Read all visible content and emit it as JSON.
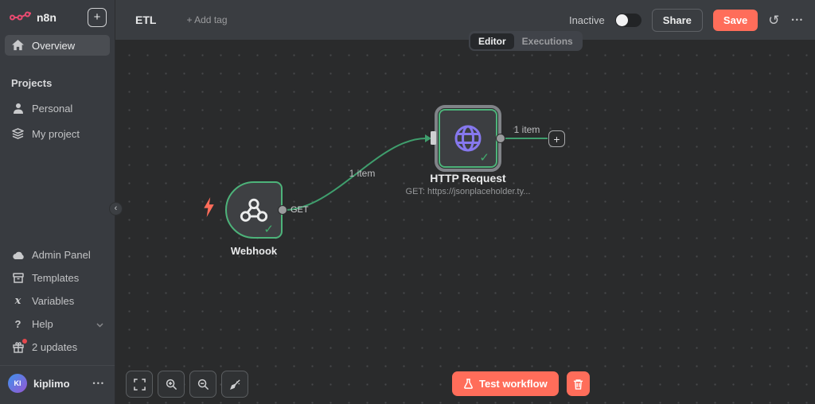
{
  "app": {
    "name": "n8n"
  },
  "sidebar": {
    "overview": {
      "label": "Overview"
    },
    "projects_header": "Projects",
    "projects": [
      {
        "label": "Personal"
      },
      {
        "label": "My project"
      }
    ],
    "bottom": [
      {
        "label": "Admin Panel"
      },
      {
        "label": "Templates"
      },
      {
        "label": "Variables"
      },
      {
        "label": "Help"
      },
      {
        "label": "2 updates"
      }
    ],
    "user": {
      "initials": "KI",
      "name": "kiplimo",
      "menu": "•••"
    }
  },
  "topbar": {
    "workflow_name": "ETL",
    "add_tag_label": "+ Add tag",
    "status_label": "Inactive",
    "share_label": "Share",
    "save_label": "Save",
    "history_icon": "↺",
    "menu": "•••",
    "new_workflow": "+"
  },
  "tabs": {
    "editor": "Editor",
    "executions": "Executions"
  },
  "canvas": {
    "webhook": {
      "title": "Webhook",
      "port_label": "GET",
      "check": "✓"
    },
    "http": {
      "title": "HTTP Request",
      "subtitle": "GET: https://jsonplaceholder.ty...",
      "check": "✓"
    },
    "connection1": {
      "label": "1 item"
    },
    "connection2": {
      "label": "1 item"
    },
    "add_node": "+",
    "collapse": "‹"
  },
  "controls": {
    "test_label": "Test workflow"
  },
  "colors": {
    "accent": "#ff6d5a",
    "brand_pink": "#ea4b71",
    "success_green": "#4db37a",
    "connection_green": "#3f9e6d",
    "node_icon_purple": "#8678ee"
  }
}
